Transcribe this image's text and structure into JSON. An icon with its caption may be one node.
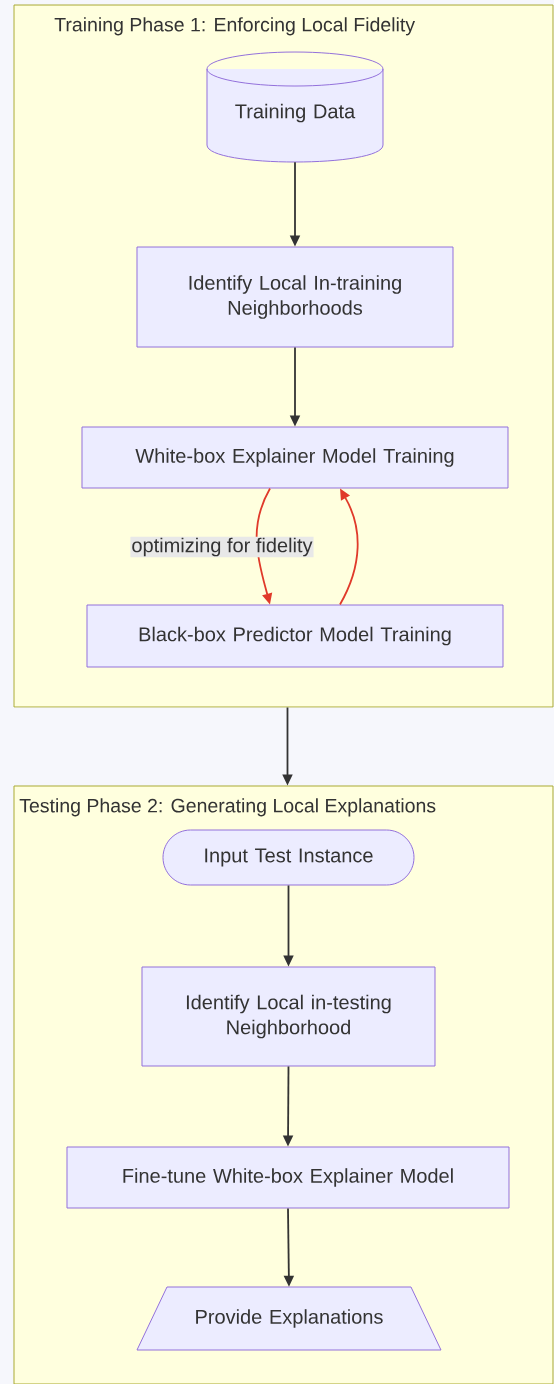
{
  "diagram": {
    "nodes": [
      {
        "text": [
          "Training Phase 1: Enforcing Local Fidelity"
        ]
      },
      {
        "text": [
          "Training Data"
        ],
        "in": 0
      },
      {
        "text": [
          "Identify Local In-training Neighborhoods"
        ],
        "in": 0
      },
      {
        "text": [
          "White-box Explainer Model Training"
        ],
        "in": 0
      },
      {
        "text": [
          "Black-box Predictor Model Training"
        ],
        "in": 0
      },
      {
        "text": [
          "Testing Phase 2: Generating Local Explanations"
        ]
      },
      {
        "text": [
          "Input Test Instance"
        ],
        "in": 5
      },
      {
        "text": [
          "Identify Local in-testing Neighborhood"
        ],
        "in": 5
      },
      {
        "text": [
          "Fine-tune White-box Explainer Model"
        ],
        "in": 5
      },
      {
        "text": [
          "Provide Explanations"
        ],
        "in": 5
      }
    ],
    "edges": [
      {
        "from": 1,
        "to": 2,
        "arrow": "to"
      },
      {
        "from": 2,
        "to": 3,
        "arrow": "to"
      },
      {
        "from": 3,
        "to": 4,
        "arrow": "to",
        "label": "optimizing for fidelity",
        "color": "#e03a2a"
      },
      {
        "from": 4,
        "to": 3,
        "arrow": "to",
        "color": "#e03a2a"
      },
      {
        "from": 0,
        "to": 5,
        "arrow": "to"
      },
      {
        "from": 6,
        "to": 7,
        "arrow": "to"
      },
      {
        "from": 7,
        "to": 8,
        "arrow": "to"
      },
      {
        "from": 8,
        "to": 9,
        "arrow": "to"
      }
    ]
  }
}
